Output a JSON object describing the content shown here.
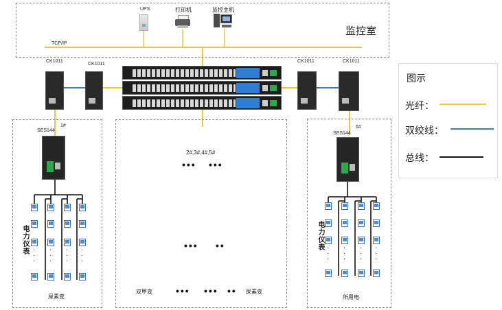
{
  "monitoring_room": {
    "label": "监控室",
    "network_label": "TCP/IP",
    "devices": [
      {
        "label": "UPS",
        "icon": "ups-icon"
      },
      {
        "label": "打印机",
        "icon": "printer-icon"
      },
      {
        "label": "监控主机",
        "icon": "computer-icon"
      }
    ]
  },
  "converters": [
    "CK1011",
    "CK1011",
    "CK1011",
    "CK1011"
  ],
  "left_station": {
    "device": "SES144",
    "number": "1#",
    "meter_label": "电力仪表",
    "bottom_label": "尿素变"
  },
  "right_station": {
    "device": "SES144",
    "number": "6#",
    "meter_label": "电力仪表",
    "bottom_label": "所用电"
  },
  "middle_station": {
    "numbers": "2#,3#,4#,5#",
    "dots_a": "•••",
    "dots_b": "••",
    "bottom_left_label": "双甲变",
    "bottom_right_label": "尿素变"
  },
  "legend": {
    "title": "图示",
    "items": [
      {
        "label": "光纤：",
        "color": "#f5c242"
      },
      {
        "label": "双绞线：",
        "color": "#3a7cc6"
      },
      {
        "label": "总线：",
        "color": "#111111"
      }
    ]
  },
  "meter_dots": "·"
}
